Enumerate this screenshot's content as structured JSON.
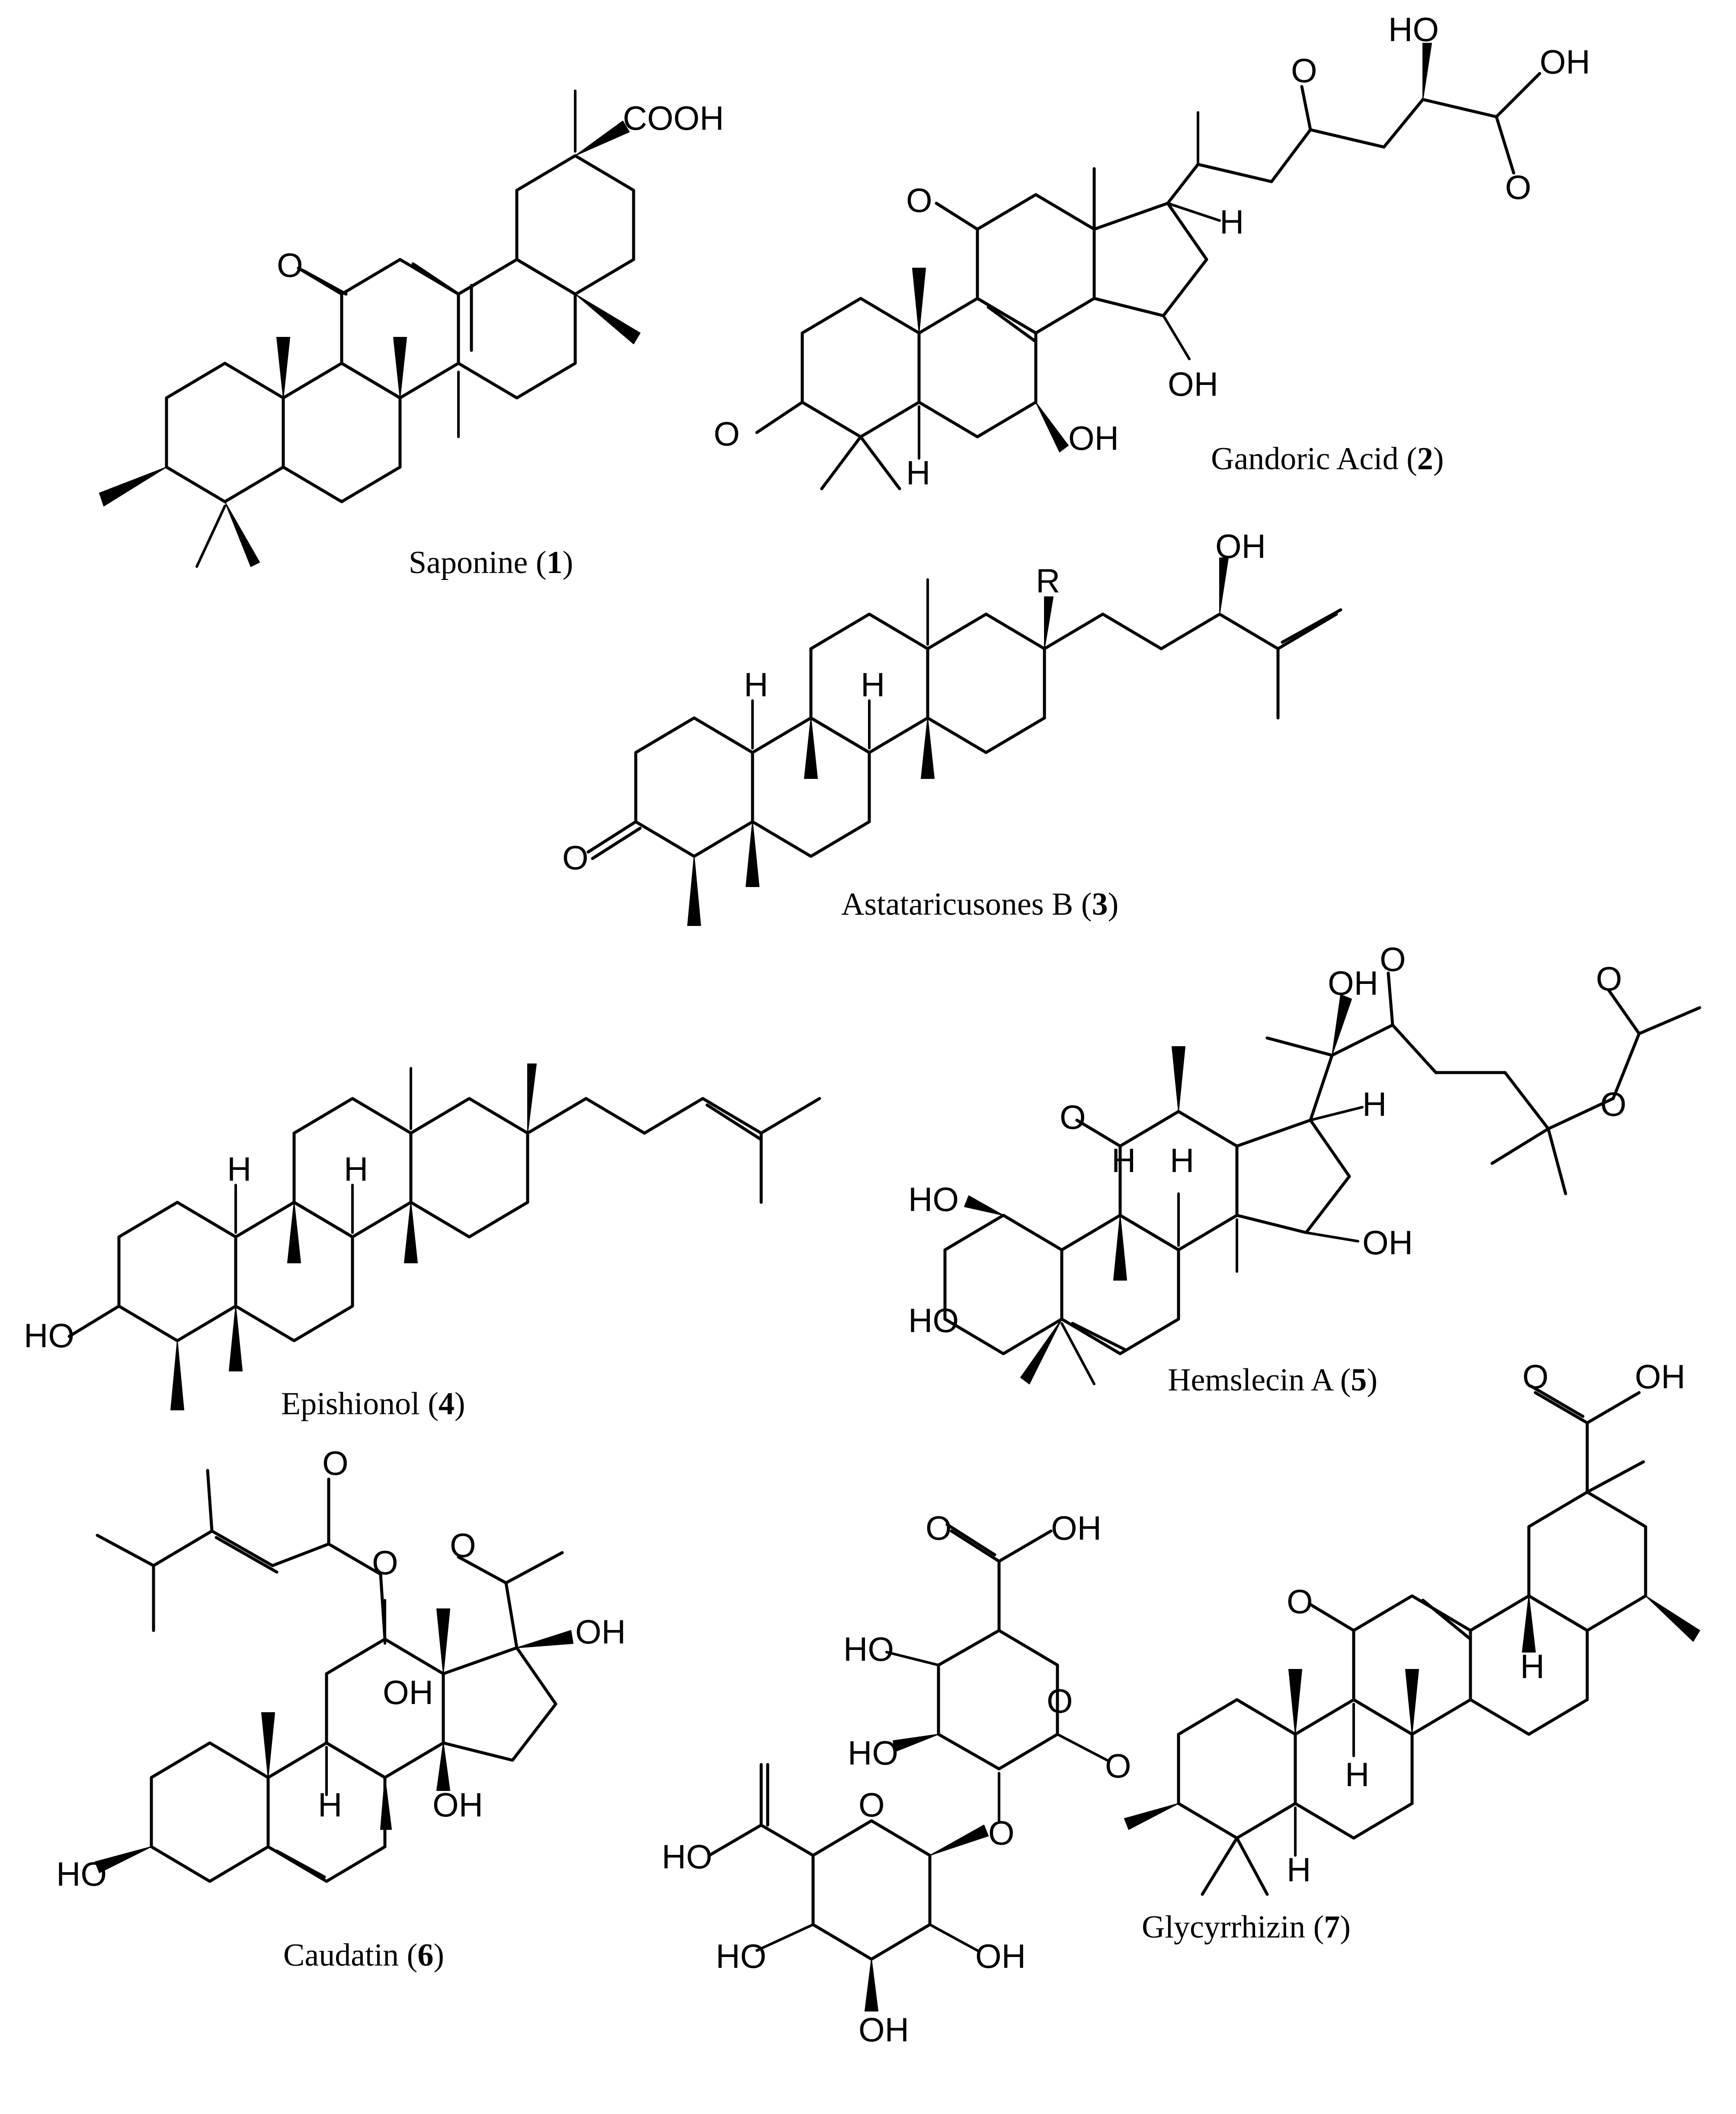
{
  "compounds": [
    {
      "name": "Saponine",
      "number": "1",
      "atoms": {
        "cooh": "COOH",
        "ketone": "O"
      }
    },
    {
      "name": "Gandoric Acid",
      "number": "2",
      "atoms": {
        "ho_side": "HO",
        "oh_acid": "OH",
        "o_side": "O",
        "o_acid": "O",
        "o_ring": "O",
        "h17": "H",
        "o_ketone3": "O",
        "h5": "H",
        "oh7": "OH",
        "oh15": "OH"
      }
    },
    {
      "name": "Astataricusones B",
      "number": "3",
      "atoms": {
        "r": "R",
        "oh": "OH",
        "h_a": "H",
        "h_b": "H",
        "o": "O"
      }
    },
    {
      "name": "Epishionol",
      "number": "4",
      "atoms": {
        "h_a": "H",
        "h_b": "H",
        "ho": "HO"
      }
    },
    {
      "name": "Hemslecin A",
      "number": "5",
      "atoms": {
        "oh_top": "OH",
        "o_top": "O",
        "o_acetyl": "O",
        "o_ester": "O",
        "o11": "O",
        "h17": "H",
        "h9": "H",
        "h8": "H",
        "oh16": "OH",
        "ho2": "HO",
        "ho3": "HO"
      }
    },
    {
      "name": "Caudatin",
      "number": "6",
      "atoms": {
        "o_ester_c": "O",
        "o_ester": "O",
        "o_acetyl": "O",
        "oh17": "OH",
        "oh8": "OH",
        "h9": "H",
        "oh14": "OH",
        "ho3": "HO"
      }
    },
    {
      "name": "Glycyrrhizin",
      "number": "7",
      "atoms": {
        "o_acid_a": "O",
        "oh_acid_a": "OH",
        "o11": "O",
        "o_acid_c": "O",
        "oh_acid_c": "OH",
        "ho_a1": "HO",
        "o_ring_a": "O",
        "h18": "H",
        "h9": "H",
        "ho_a2": "HO",
        "o_link": "O",
        "o_glyco": "O",
        "h5": "H",
        "ho_b": "HO",
        "o_ring_b": "O",
        "ho_b2": "HO",
        "oh_b3": "OH",
        "oh_b4": "OH"
      }
    }
  ]
}
